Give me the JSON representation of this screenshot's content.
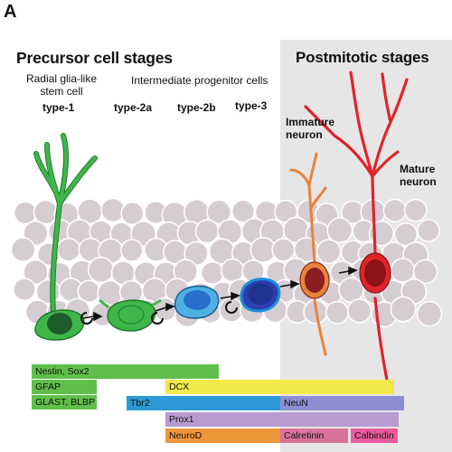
{
  "panel_label": "A",
  "headers": {
    "precursor": "Precursor cell stages",
    "postmitotic": "Postmitotic stages"
  },
  "labels": {
    "radial_glia": "Radial glia-like\nstem cell",
    "intermediate": "Intermediate progenitor cells",
    "type1": "type-1",
    "type2a": "type-2a",
    "type2b": "type-2b",
    "type3": "type-3",
    "immature": "Immature\nneuron",
    "mature": "Mature\nneuron"
  },
  "colors": {
    "type1": "#3fb64a",
    "type2a": "#3fb64a",
    "type2b": "#2a8fd9",
    "type3": "#263a9e",
    "immature": "#e8833a",
    "mature": "#e0232a",
    "background_cells": "#d6cdd2",
    "postmitotic_bg": "#e6e6e6"
  },
  "markers": [
    {
      "label": "Nestin, Sox2",
      "color": "#5fbf4a"
    },
    {
      "label": "GFAP",
      "color": "#5fbf4a"
    },
    {
      "label": "GLAST, BLBP",
      "color": "#5fbf4a"
    },
    {
      "label": "DCX",
      "color": "#f2e84a"
    },
    {
      "label": "Tbr2",
      "color": "#2c9ad6"
    },
    {
      "label": "NeuN",
      "color": "#8b8ed1"
    },
    {
      "label": "Prox1",
      "color": "#b99ad1"
    },
    {
      "label": "NeuroD",
      "color": "#f0963a"
    },
    {
      "label": "Calretinin",
      "color": "#d9739a"
    },
    {
      "label": "Calbindin",
      "color": "#ea5a9e"
    }
  ]
}
